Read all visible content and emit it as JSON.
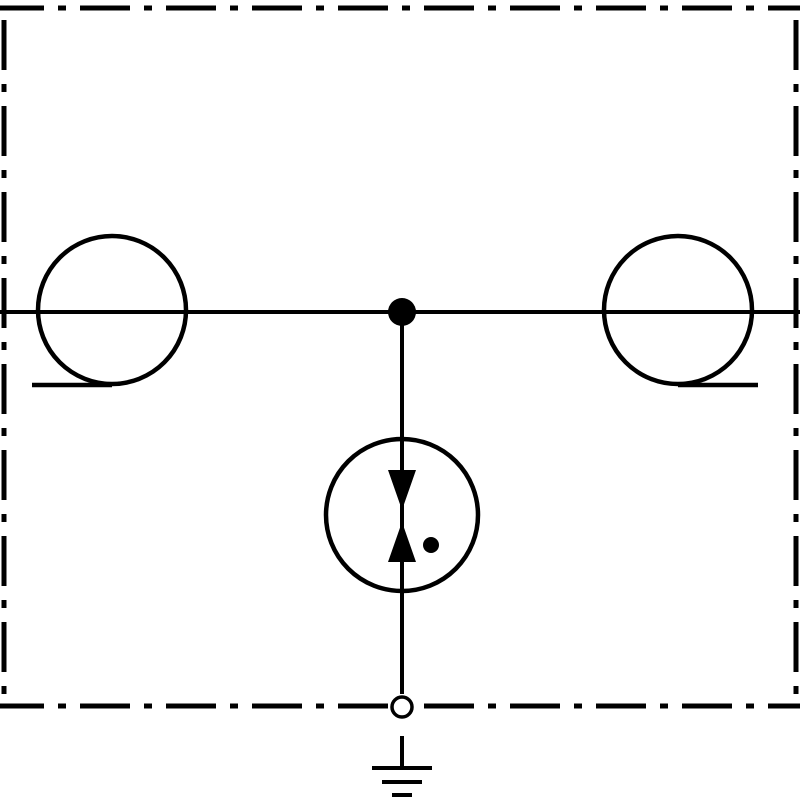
{
  "diagram": {
    "kind": "surge-protection-device-schematic",
    "colors": {
      "background": "#ffffff",
      "stroke": "#000000"
    },
    "elements": {
      "enclosure": "dash-dot-boundary",
      "left_component": "inductor-coil-icon",
      "right_component": "inductor-coil-icon",
      "junction": "filled-node",
      "center_component": "gas-discharge-tube-icon",
      "terminal": "open-terminal",
      "ground": "earth-ground-icon"
    }
  }
}
